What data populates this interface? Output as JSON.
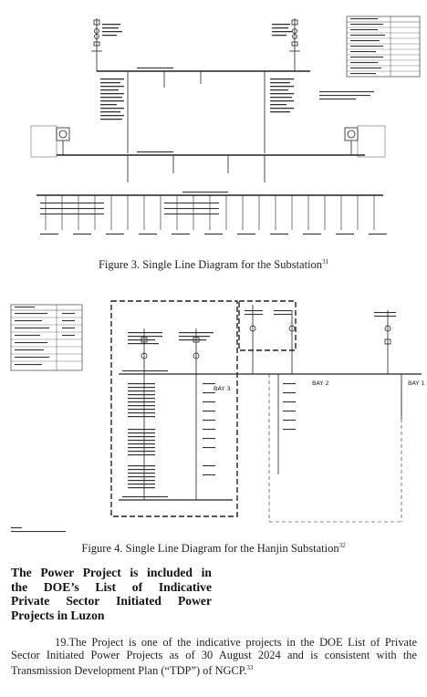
{
  "figure3": {
    "caption": "Figure 3. Single Line Diagram for the Substation",
    "footnote_ref": "31"
  },
  "figure4": {
    "caption": "Figure 4. Single Line Diagram for the Hanjin Substation",
    "footnote_ref": "32",
    "bay_labels": [
      "BAY 3",
      "BAY 2",
      "BAY 1"
    ]
  },
  "section_heading": {
    "lines": [
      "The Power Project is included in",
      "the DOE’s List of Indicative",
      "Private Sector Initiated Power",
      "Projects in Luzon"
    ]
  },
  "paragraph": {
    "number": "19.",
    "text": "The Project is one of the indicative projects in the DOE List of Private Sector Initiated Power Projects as of 30 August 2024 and is consistent with the Transmission Development Plan (“TDP”) of NGCP.",
    "footnote_ref": "33"
  }
}
